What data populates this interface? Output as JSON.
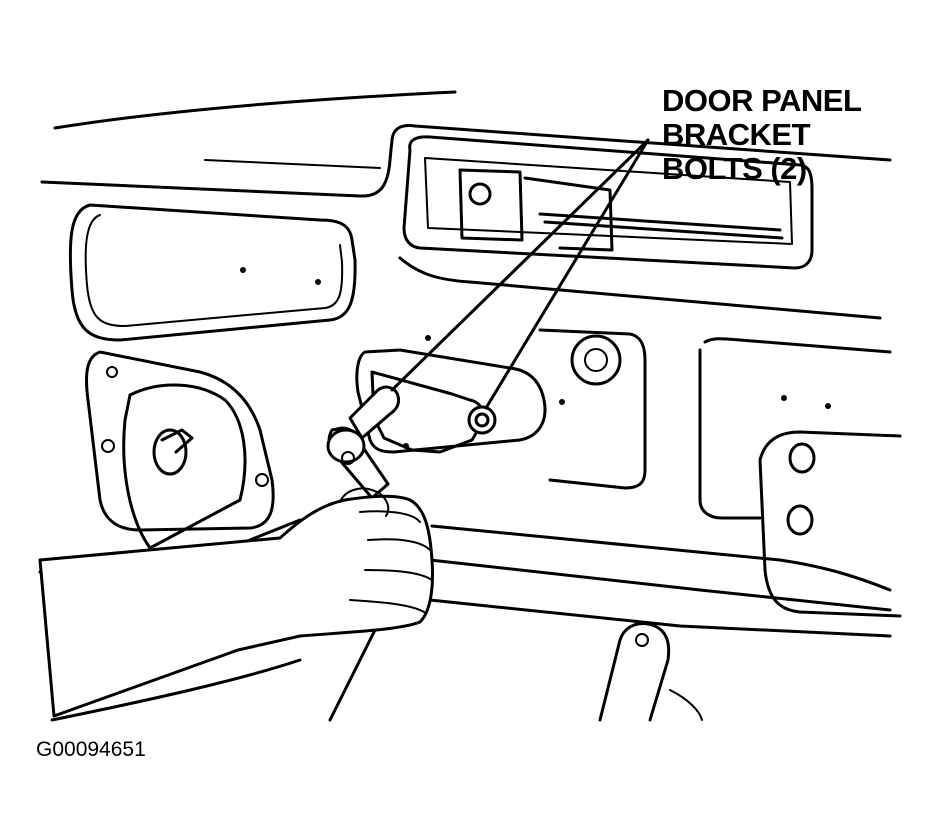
{
  "callout": {
    "line1": "DOOR PANEL",
    "line2": "BRACKET",
    "line3": "BOLTS (2)"
  },
  "figure_id": "G00094651"
}
